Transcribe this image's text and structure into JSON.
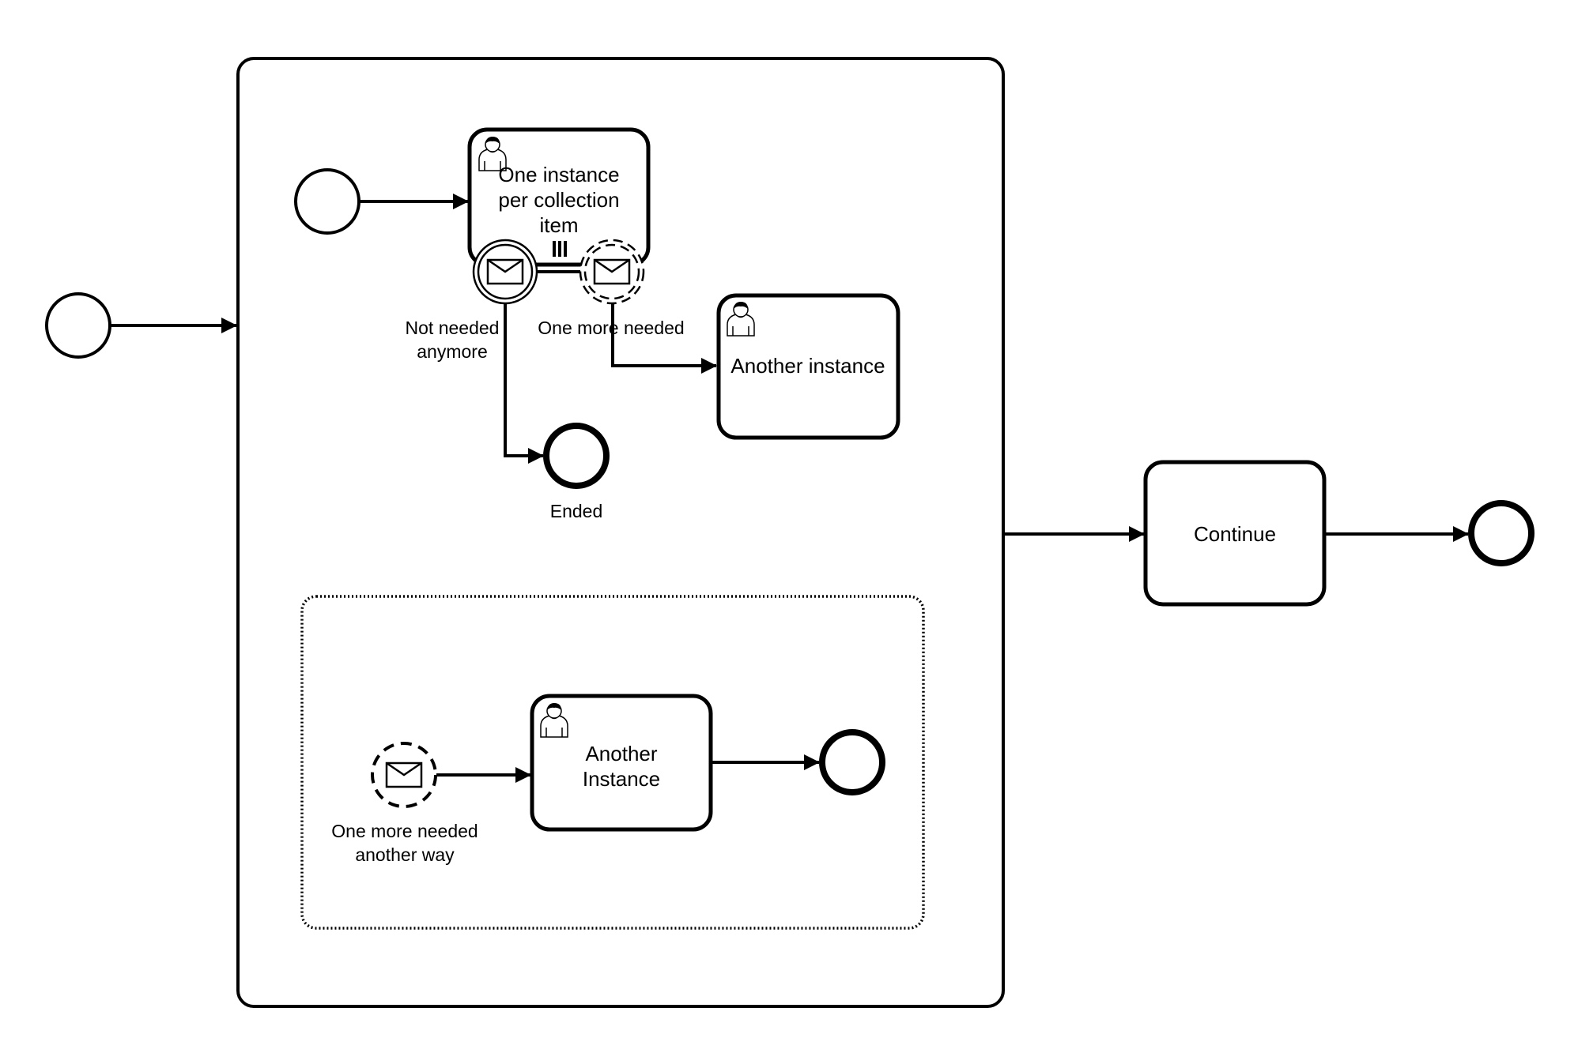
{
  "diagram": {
    "type": "BPMN process",
    "colors": {
      "stroke": "#000000",
      "fill": "#ffffff"
    },
    "start_event": {
      "name": "start-event",
      "label": ""
    },
    "subprocess": {
      "name": "main-subprocess",
      "start_event": {
        "label": ""
      },
      "task_multi": {
        "lines": [
          "One instance",
          "per collection",
          "item"
        ],
        "marker": "parallel-multi-instance",
        "icon": "user-icon"
      },
      "boundary_interrupting": {
        "lines": [
          "Not needed",
          "anymore"
        ],
        "type": "message-interrupting",
        "icon": "envelope-icon"
      },
      "boundary_non_interrupting": {
        "lines": [
          "One more needed"
        ],
        "type": "message-non-interrupting",
        "icon": "envelope-icon"
      },
      "end_ended": {
        "label": "Ended"
      },
      "task_another": {
        "lines": [
          "Another instance"
        ],
        "icon": "user-icon"
      },
      "event_subprocess": {
        "start": {
          "lines": [
            "One more needed",
            "another way"
          ],
          "type": "message-non-interrupting",
          "icon": "envelope-icon"
        },
        "task": {
          "lines": [
            "Another",
            "Instance"
          ],
          "icon": "user-icon"
        },
        "end": {
          "label": ""
        }
      }
    },
    "task_continue": {
      "lines": [
        "Continue"
      ]
    },
    "end_event": {
      "label": ""
    }
  }
}
